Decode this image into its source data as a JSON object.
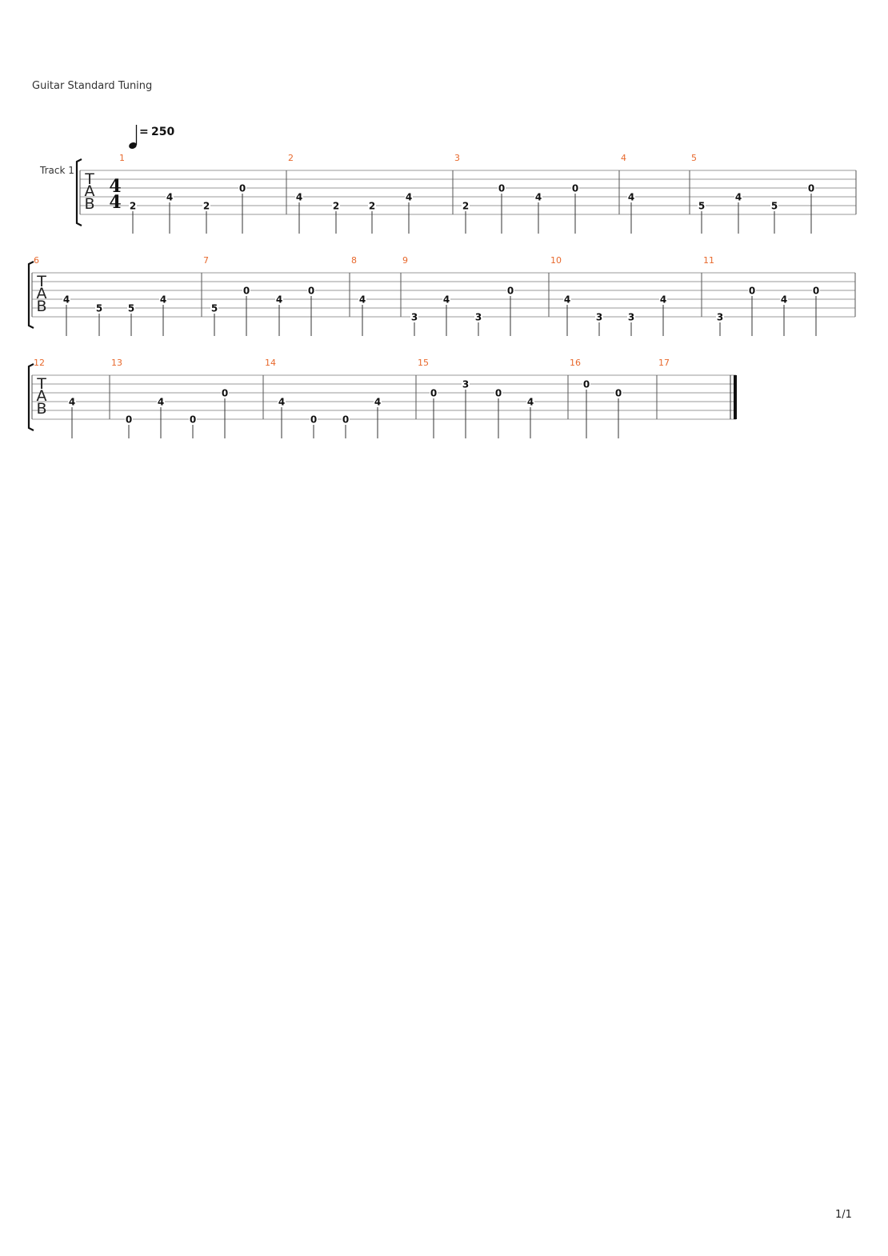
{
  "header": {
    "tuning": "Guitar Standard Tuning"
  },
  "tempo": {
    "equals": "=",
    "bpm": "250"
  },
  "track": {
    "name": "Track 1"
  },
  "tab_label": [
    "T",
    "A",
    "B"
  ],
  "time_signature": {
    "numerator": "4",
    "denominator": "4"
  },
  "systems": [
    {
      "measures": [
        {
          "number": "1",
          "notes": [
            {
              "string": 5,
              "fret": "2"
            },
            {
              "string": 4,
              "fret": "4"
            },
            {
              "string": 5,
              "fret": "2"
            },
            {
              "string": 3,
              "fret": "0"
            }
          ]
        },
        {
          "number": "2",
          "notes": [
            {
              "string": 4,
              "fret": "4"
            },
            {
              "string": 5,
              "fret": "2"
            },
            {
              "string": 5,
              "fret": "2"
            },
            {
              "string": 4,
              "fret": "4"
            }
          ]
        },
        {
          "number": "3",
          "notes": [
            {
              "string": 5,
              "fret": "2"
            },
            {
              "string": 3,
              "fret": "0"
            },
            {
              "string": 4,
              "fret": "4"
            },
            {
              "string": 3,
              "fret": "0"
            }
          ]
        },
        {
          "number": "4",
          "notes": [
            {
              "string": 4,
              "fret": "4"
            }
          ]
        },
        {
          "number": "5",
          "notes": [
            {
              "string": 5,
              "fret": "5"
            },
            {
              "string": 4,
              "fret": "4"
            },
            {
              "string": 5,
              "fret": "5"
            },
            {
              "string": 3,
              "fret": "0"
            }
          ]
        }
      ]
    },
    {
      "measures": [
        {
          "number": "6",
          "notes": [
            {
              "string": 4,
              "fret": "4"
            },
            {
              "string": 5,
              "fret": "5"
            },
            {
              "string": 5,
              "fret": "5"
            },
            {
              "string": 4,
              "fret": "4"
            }
          ]
        },
        {
          "number": "7",
          "notes": [
            {
              "string": 5,
              "fret": "5"
            },
            {
              "string": 3,
              "fret": "0"
            },
            {
              "string": 4,
              "fret": "4"
            },
            {
              "string": 3,
              "fret": "0"
            }
          ]
        },
        {
          "number": "8",
          "notes": [
            {
              "string": 4,
              "fret": "4"
            }
          ]
        },
        {
          "number": "9",
          "notes": [
            {
              "string": 6,
              "fret": "3"
            },
            {
              "string": 4,
              "fret": "4"
            },
            {
              "string": 6,
              "fret": "3"
            },
            {
              "string": 3,
              "fret": "0"
            }
          ]
        },
        {
          "number": "10",
          "notes": [
            {
              "string": 4,
              "fret": "4"
            },
            {
              "string": 6,
              "fret": "3"
            },
            {
              "string": 6,
              "fret": "3"
            },
            {
              "string": 4,
              "fret": "4"
            }
          ]
        },
        {
          "number": "11",
          "notes": [
            {
              "string": 6,
              "fret": "3"
            },
            {
              "string": 3,
              "fret": "0"
            },
            {
              "string": 4,
              "fret": "4"
            },
            {
              "string": 3,
              "fret": "0"
            }
          ]
        }
      ]
    },
    {
      "measures": [
        {
          "number": "12",
          "notes": [
            {
              "string": 4,
              "fret": "4"
            }
          ]
        },
        {
          "number": "13",
          "notes": [
            {
              "string": 6,
              "fret": "0"
            },
            {
              "string": 4,
              "fret": "4"
            },
            {
              "string": 6,
              "fret": "0"
            },
            {
              "string": 3,
              "fret": "0"
            }
          ]
        },
        {
          "number": "14",
          "notes": [
            {
              "string": 4,
              "fret": "4"
            },
            {
              "string": 6,
              "fret": "0"
            },
            {
              "string": 6,
              "fret": "0"
            },
            {
              "string": 4,
              "fret": "4"
            }
          ]
        },
        {
          "number": "15",
          "notes": [
            {
              "string": 3,
              "fret": "0"
            },
            {
              "string": 2,
              "fret": "3"
            },
            {
              "string": 3,
              "fret": "0"
            },
            {
              "string": 4,
              "fret": "4"
            }
          ]
        },
        {
          "number": "16",
          "notes": [
            {
              "string": 2,
              "fret": "0"
            },
            {
              "string": 3,
              "fret": "0"
            }
          ]
        },
        {
          "number": "17",
          "notes": []
        }
      ]
    }
  ],
  "footer": {
    "page": "1/1"
  }
}
